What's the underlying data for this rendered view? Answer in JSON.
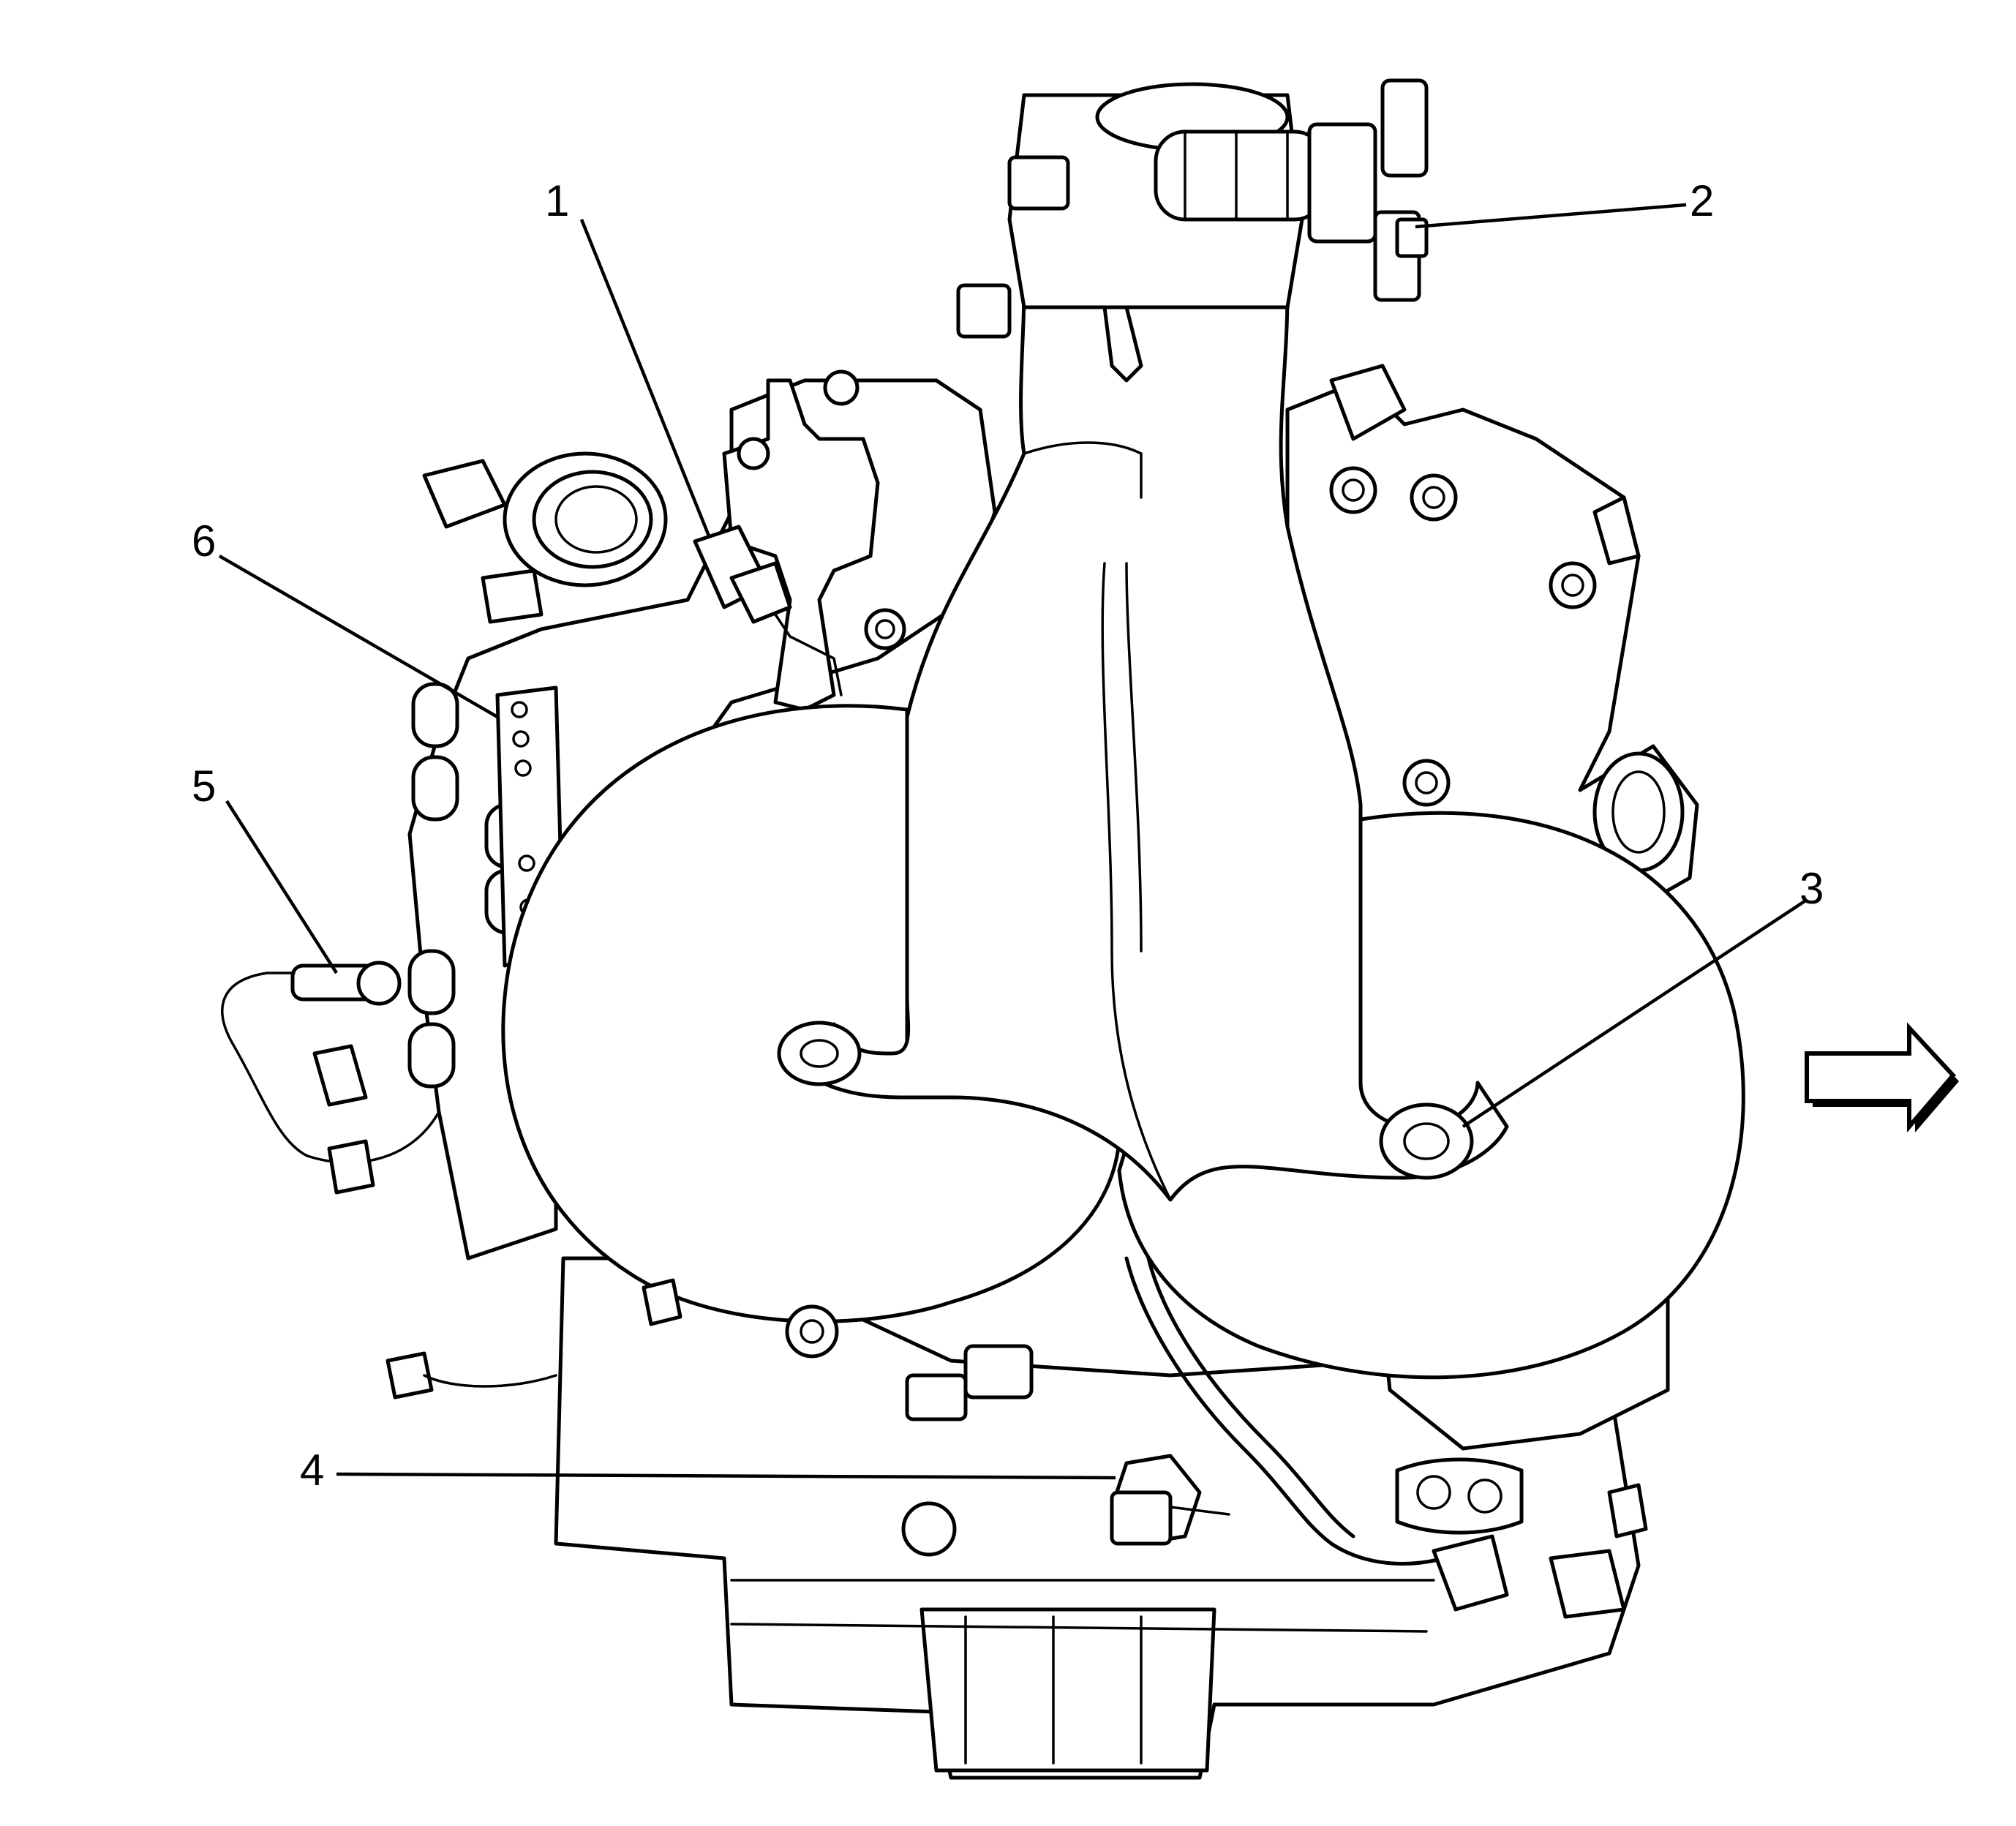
{
  "callouts": [
    {
      "id": "1",
      "label": "1"
    },
    {
      "id": "2",
      "label": "2"
    },
    {
      "id": "3",
      "label": "3"
    },
    {
      "id": "4",
      "label": "4"
    },
    {
      "id": "5",
      "label": "5"
    },
    {
      "id": "6",
      "label": "6"
    }
  ],
  "direction_arrow": {
    "icon": "forward-arrow-icon",
    "points": "right"
  },
  "colors": {
    "line": "#000000",
    "background": "#ffffff"
  }
}
